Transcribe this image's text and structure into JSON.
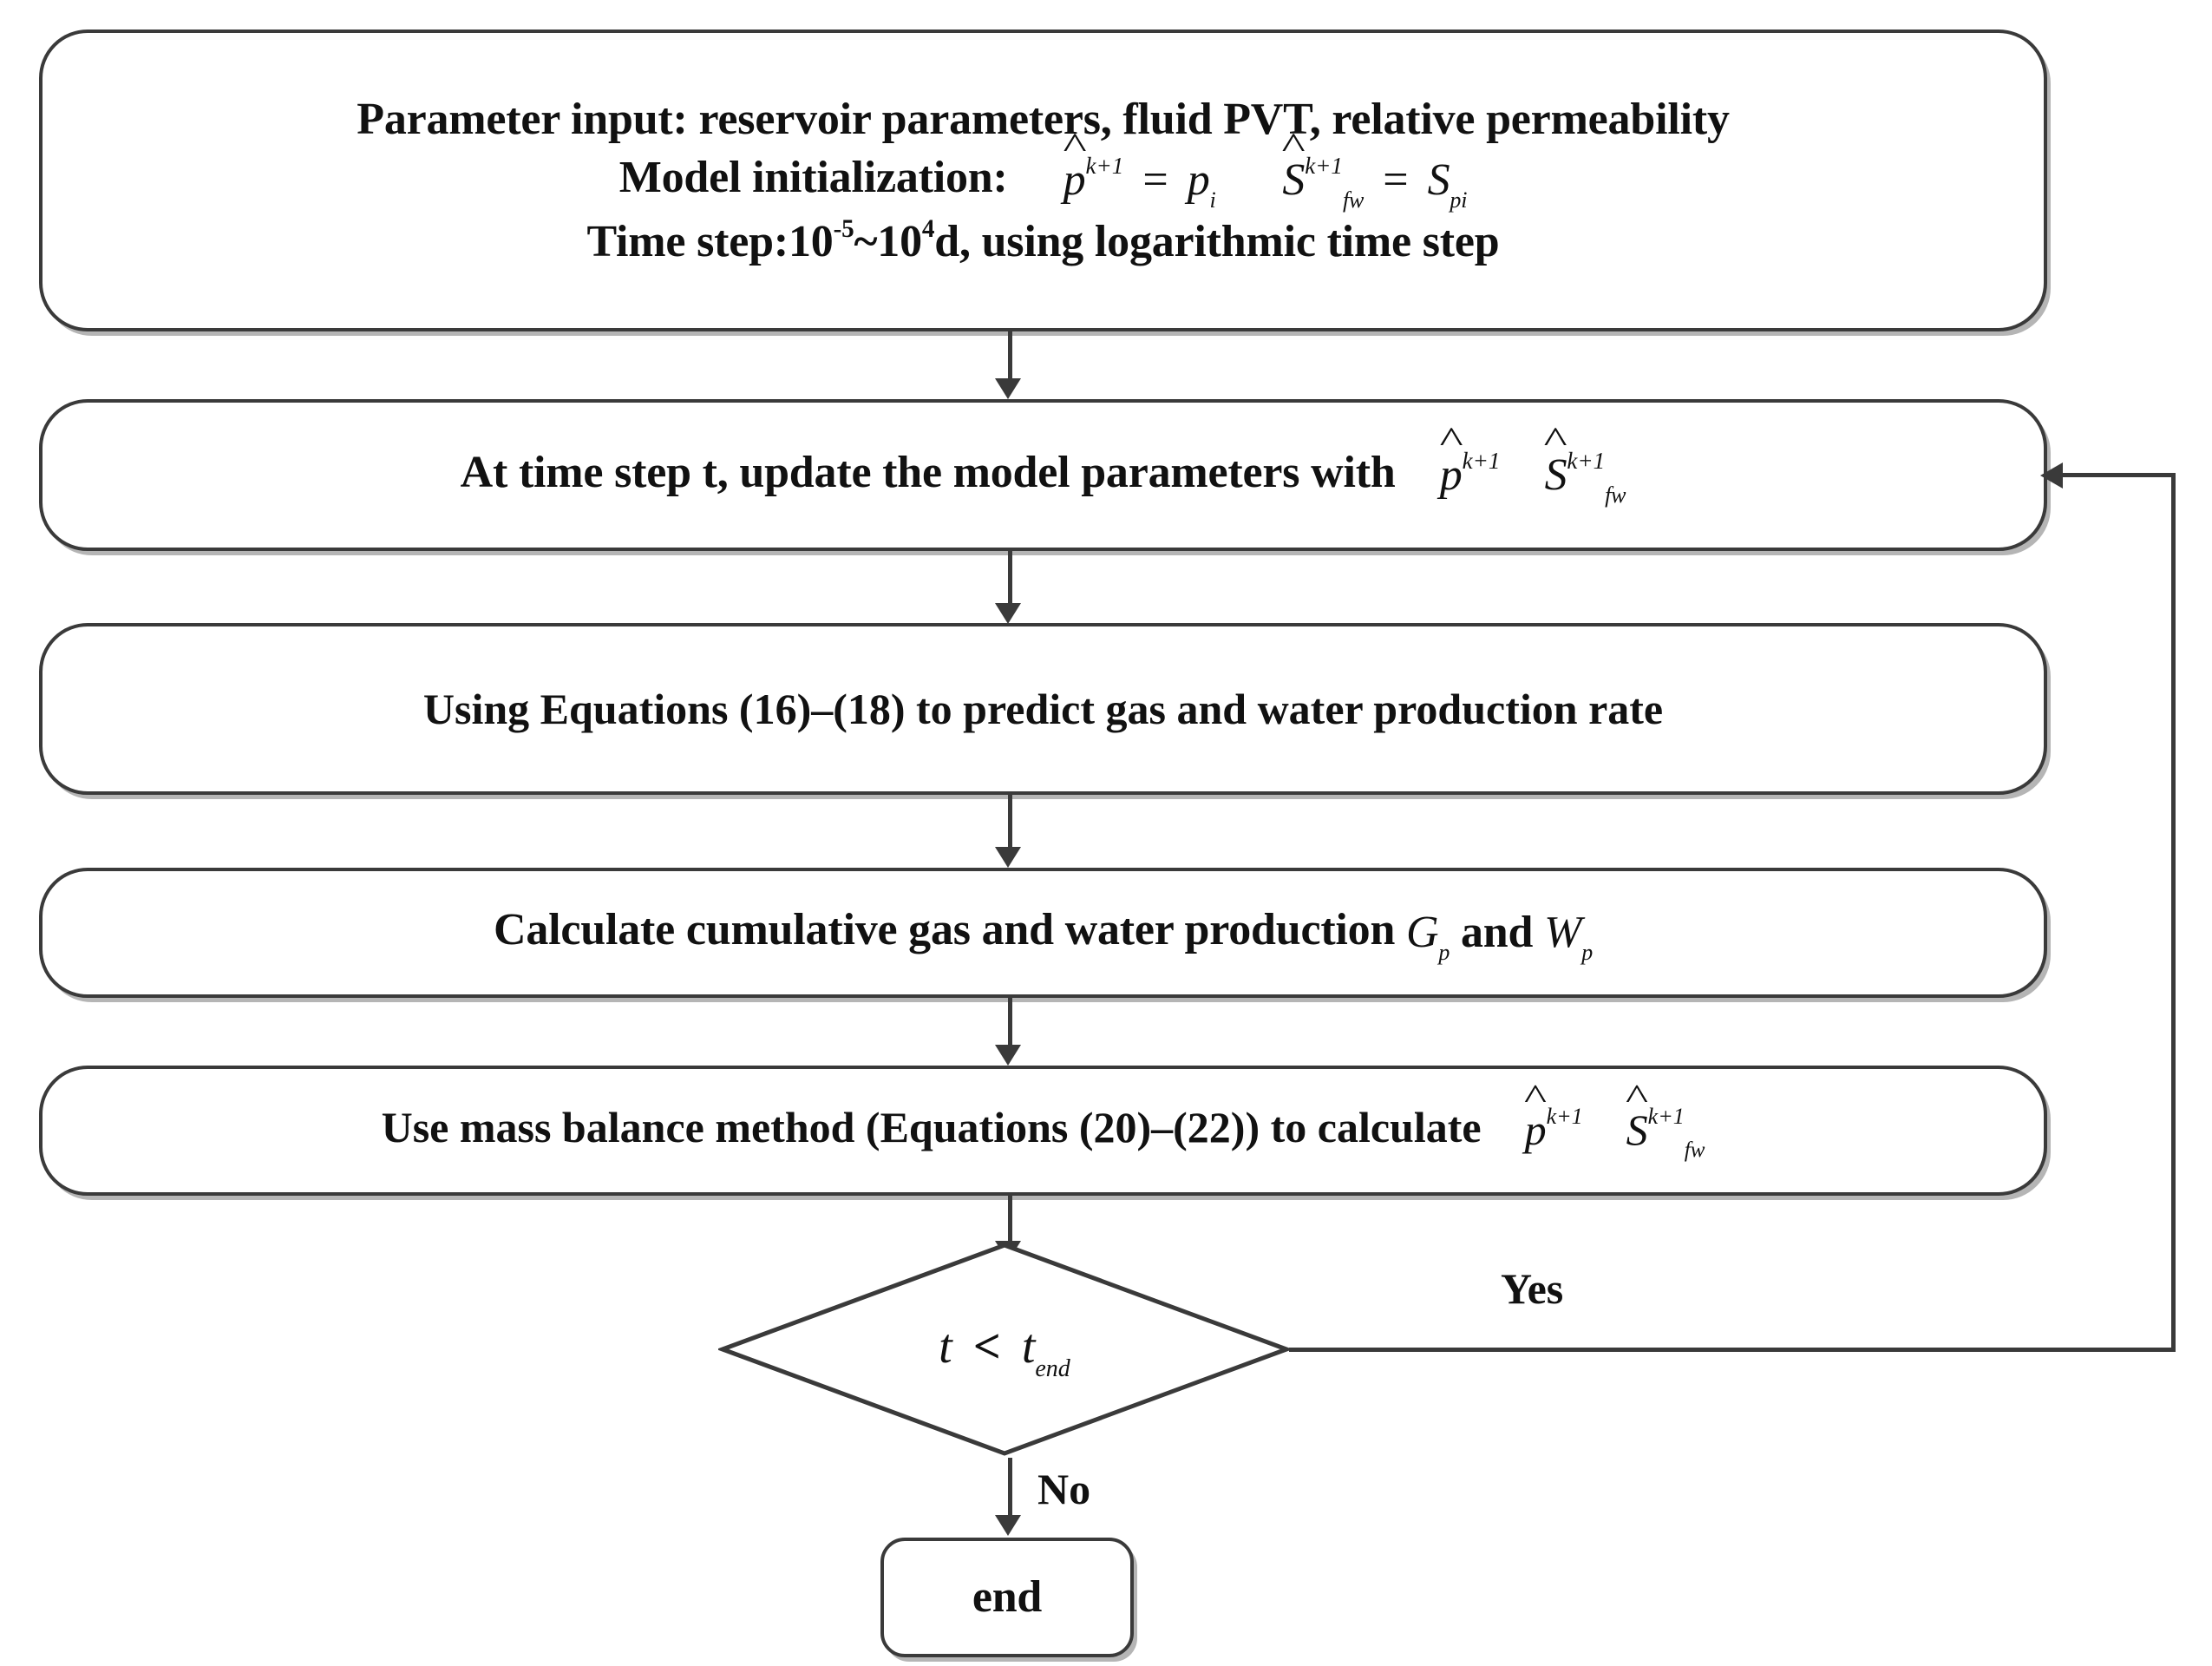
{
  "diagram": {
    "type": "flowchart",
    "title": "Reservoir simulation solution procedure flowchart",
    "colors": {
      "stroke": "#3a3a3a",
      "text": "#111111",
      "background": "#ffffff"
    },
    "nodes": [
      {
        "id": "input",
        "shape": "rounded-rectangle",
        "lines": [
          "Parameter input: reservoir parameters, fluid PVT, relative permeability",
          "Model initialization:",
          "Time step:"
        ],
        "line1": "Parameter input: reservoir parameters, fluid PVT, relative permeability",
        "line2_label": "Model initialization:",
        "line2_math": {
          "lhs_var": "p",
          "lhs_hat": "^",
          "lhs_sup": "k+1",
          "eq": "=",
          "rhs_var": "p",
          "rhs_sub": "i",
          "lhs2_var": "S",
          "lhs2_hat": "^",
          "lhs2_sup": "k+1",
          "lhs2_sub": "fw",
          "eq2": "=",
          "rhs2_var": "S",
          "rhs2_sub": "pi"
        },
        "line3_prefix": "Time step:",
        "line3_base1": "10",
        "line3_exp1": "-5",
        "line3_tilde": "~",
        "line3_base2": "10",
        "line3_exp2": "4",
        "line3_unit": "d",
        "line3_suffix": ", using logarithmic time step"
      },
      {
        "id": "update",
        "shape": "rounded-rectangle",
        "text_prefix": "At time step t, update the model parameters with",
        "math": {
          "var1": "p",
          "hat1": "^",
          "sup1": "k+1",
          "var2": "S",
          "hat2": "^",
          "sup2": "k+1",
          "sub2": "fw"
        }
      },
      {
        "id": "predict",
        "shape": "rounded-rectangle",
        "text": "Using Equations (16)–(18)  to predict  gas and water production rate"
      },
      {
        "id": "cumulative",
        "shape": "rounded-rectangle",
        "text_prefix": "Calculate cumulative gas and water production",
        "math": {
          "var1": "G",
          "sub1": "p",
          "conj": "and",
          "var2": "W",
          "sub2": "p"
        }
      },
      {
        "id": "massbal",
        "shape": "rounded-rectangle",
        "text_prefix": "Use mass balance method (Equations (20)–(22)) to calculate",
        "math": {
          "var1": "p",
          "hat1": "^",
          "sup1": "k+1",
          "var2": "S",
          "hat2": "^",
          "sup2": "k+1",
          "sub2": "fw"
        }
      },
      {
        "id": "decision",
        "shape": "diamond",
        "math": {
          "lhs": "t",
          "operator": "<",
          "rhs_var": "t",
          "rhs_sub": "end"
        }
      },
      {
        "id": "end",
        "shape": "rounded-rectangle",
        "text": "end"
      }
    ],
    "edges": [
      {
        "from": "input",
        "to": "update",
        "label": ""
      },
      {
        "from": "update",
        "to": "predict",
        "label": ""
      },
      {
        "from": "predict",
        "to": "cumulative",
        "label": ""
      },
      {
        "from": "cumulative",
        "to": "massbal",
        "label": ""
      },
      {
        "from": "massbal",
        "to": "decision",
        "label": ""
      },
      {
        "from": "decision",
        "to": "update",
        "label": "Yes"
      },
      {
        "from": "decision",
        "to": "end",
        "label": "No"
      }
    ],
    "labels": {
      "yes": "Yes",
      "no": "No"
    }
  }
}
